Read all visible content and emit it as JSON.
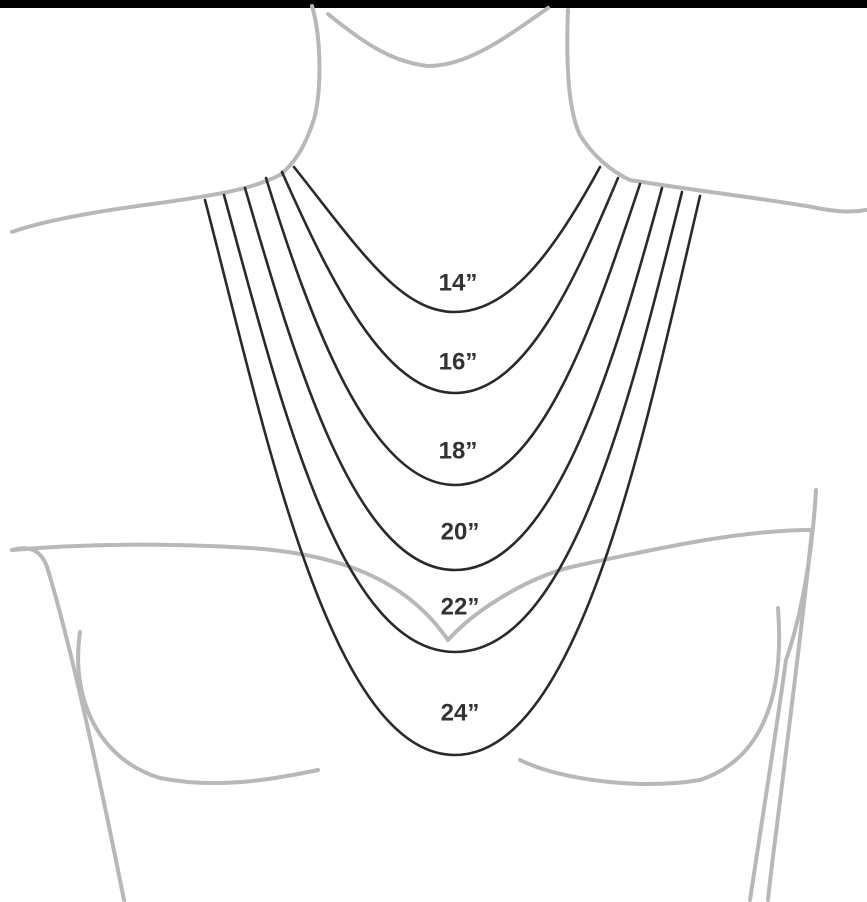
{
  "colors": {
    "background": "#ffffff",
    "top_bar": "#000000",
    "body_outline": "#b8b8b8",
    "chain": "#2a2a2a",
    "label": "#333333"
  },
  "lengths": [
    {
      "label": "14”"
    },
    {
      "label": "16”"
    },
    {
      "label": "18”"
    },
    {
      "label": "20”"
    },
    {
      "label": "22”"
    },
    {
      "label": "24”"
    }
  ]
}
